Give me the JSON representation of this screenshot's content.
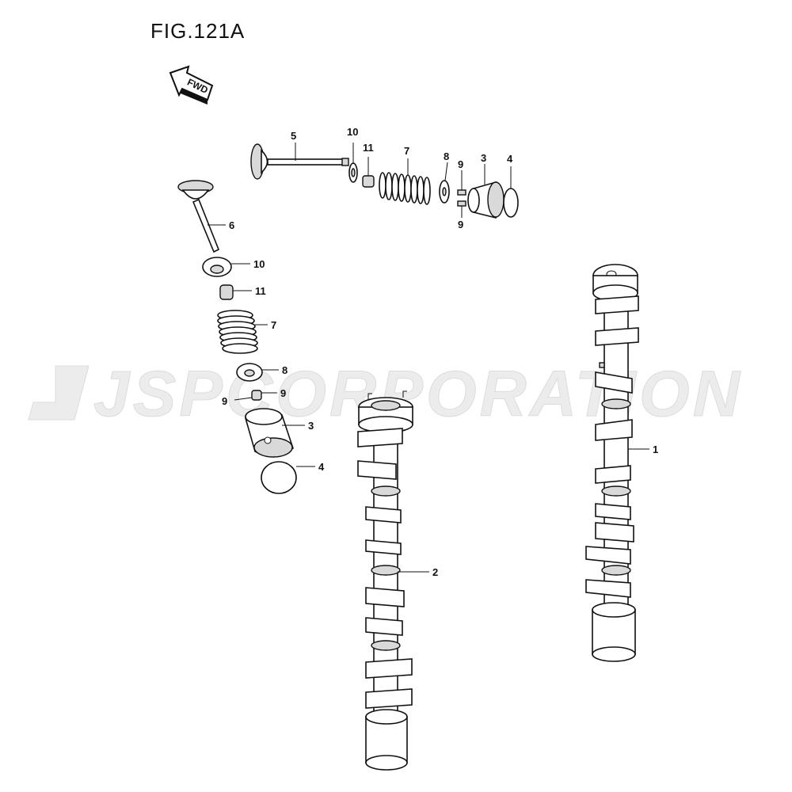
{
  "figure": {
    "title": "FIG.121A",
    "direction_label": "FWD",
    "watermark": "JSPCORPORATION"
  },
  "callouts": {
    "upper_row": {
      "c5": "5",
      "c10": "10",
      "c11": "11",
      "c7": "7",
      "c8": "8",
      "c9a": "9",
      "c9b": "9",
      "c3": "3",
      "c4": "4"
    },
    "left_column": {
      "c6": "6",
      "c10": "10",
      "c11": "11",
      "c7": "7",
      "c8": "8",
      "c9a": "9",
      "c9b": "9",
      "c3": "3",
      "c4": "4"
    },
    "camshafts": {
      "c1": "1",
      "c2": "2"
    }
  },
  "icons": [
    "fwd-arrow-icon",
    "valve-icon",
    "spring-icon",
    "tappet-icon",
    "camshaft-icon"
  ]
}
